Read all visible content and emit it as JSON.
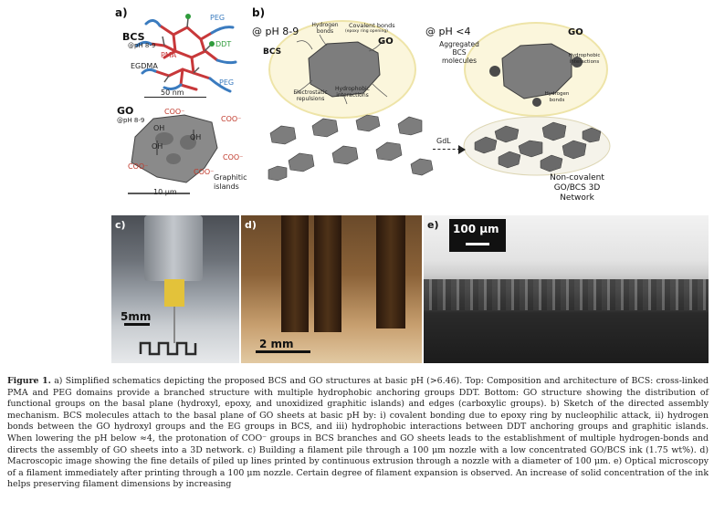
{
  "panels": {
    "a": {
      "label": "a)",
      "bcs": {
        "title": "BCS",
        "ph": "@pH 8-9",
        "peg1": "PEG",
        "ddt": "DDT",
        "pma": "PMA",
        "egdma": "EGDMA",
        "peg2": "PEG",
        "scale": "50 nm"
      },
      "go": {
        "title": "GO",
        "ph": "@pH 8-9",
        "coo": "COO⁻",
        "oh": "OH",
        "graphitic": "Graphitic islands",
        "scale": "10 μm"
      }
    },
    "b": {
      "label": "b)",
      "left_title": "@ pH 8-9",
      "right_title": "@ pH <4",
      "bcs": "BCS",
      "go": "GO",
      "go_right": "GO",
      "hydrogen_bonds": "Hydrogen bonds",
      "covalent_bonds": "Covalent bonds",
      "covalent_sub": "(epoxy ring opening)",
      "electrostatic": "Electrostatic repulsions",
      "hydrophobic": "Hydrophobic interactions",
      "aggregated": "Aggregated BCS molecules",
      "hydrophobic_right": "Hydrophobic interactions",
      "hydrogen_right": "Hydrogen bonds",
      "arrow": "GdL",
      "network": "Non-covalent GO/BCS 3D Network"
    },
    "c": {
      "label": "c)",
      "scale": "5mm"
    },
    "d": {
      "label": "d)",
      "scale": "2 mm"
    },
    "e": {
      "label": "e)",
      "scale": "100 μm"
    }
  },
  "caption": {
    "figure": "Figure 1.",
    "text": "a) Simplified schematics depicting the proposed BCS and GO structures at basic pH (>6.46). Top: Composition and architecture of BCS: cross-linked PMA and PEG domains provide a branched structure with multiple hydrophobic anchoring groups DDT. Bottom: GO structure showing the distribution of functional groups on the basal plane (hydroxyl, epoxy, and unoxidized graphitic islands) and edges (carboxylic groups). b) Sketch of the directed assembly mechanism. BCS molecules attach to the basal plane of GO sheets at basic pH by: i) covalent bonding due to epoxy ring by nucleophilic attack, ii) hydrogen bonds between the GO hydroxyl groups and the EG groups in BCS, and iii) hydrophobic interactions between DDT anchoring groups and graphitic islands. When lowering the pH below ≈4, the protonation of COO⁻ groups in BCS branches and GO sheets leads to the establishment of multiple hydrogen-bonds and directs the assembly of GO sheets into a 3D network. c) Building a filament pile through a 100 μm nozzle with a low concentrated GO/BCS ink (1.75 wt%). d) Macroscopic image showing the fine details of piled up lines printed by continuous extrusion through a nozzle with a diameter of 100 μm. e) Optical microscopy of a filament immediately after printing through a 100 μm nozzle. Certain degree of filament expansion is observed. An increase of solid concentration of the ink helps preserving filament dimensions by increasing"
  }
}
